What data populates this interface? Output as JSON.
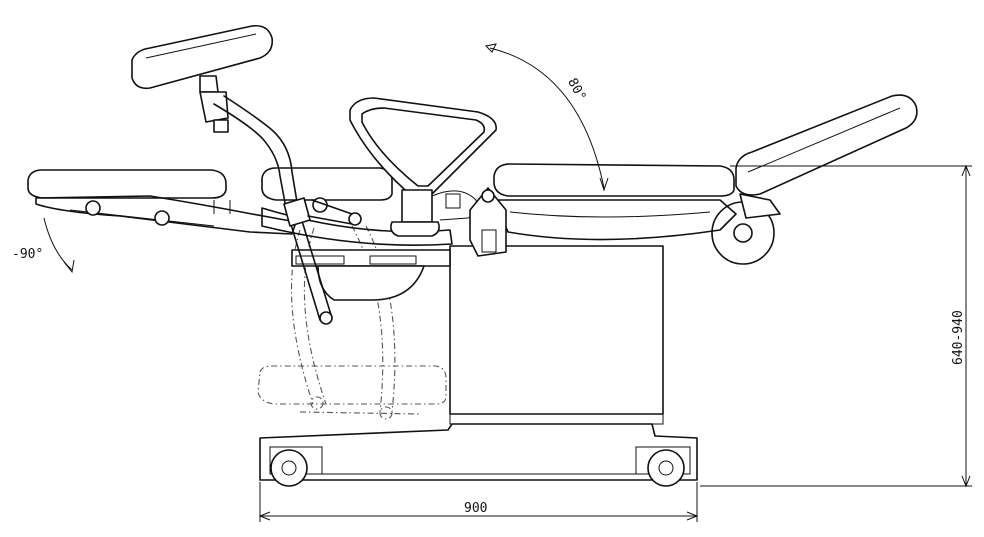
{
  "dimensions": {
    "width_label": "900",
    "height_label": "640-940",
    "backrest_angle_label": "80°",
    "legrest_angle_label": "-90°"
  },
  "colors": {
    "line": "#111111",
    "ghost": "#555555",
    "background": "#ffffff"
  }
}
